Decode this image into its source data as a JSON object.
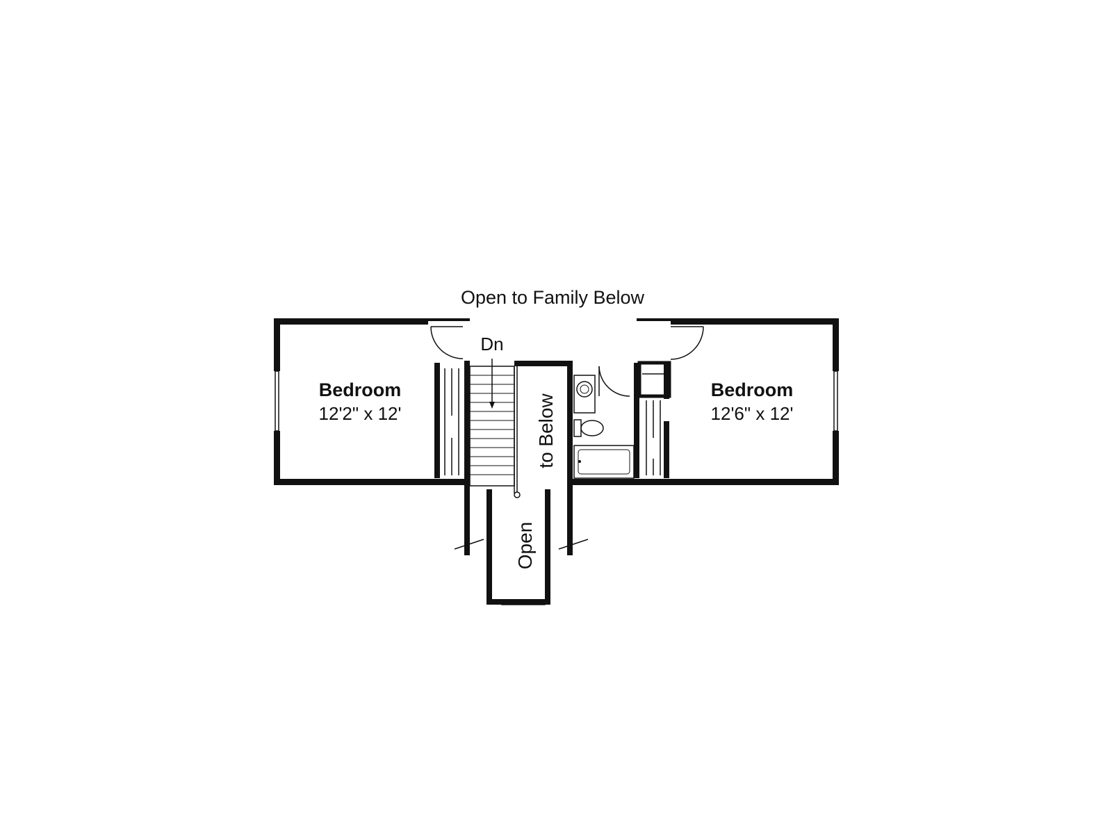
{
  "plan": {
    "caption": "Open to Family Below",
    "rooms": [
      {
        "name": "Bedroom",
        "dimensions": "12'2\" x 12'"
      },
      {
        "name": "Bedroom",
        "dimensions": "12'6\" x 12'"
      }
    ],
    "stair_label": "Dn",
    "open_label_1": "Open",
    "open_label_2": "to Below"
  },
  "colors": {
    "wall": "#111111",
    "background": "#ffffff"
  }
}
